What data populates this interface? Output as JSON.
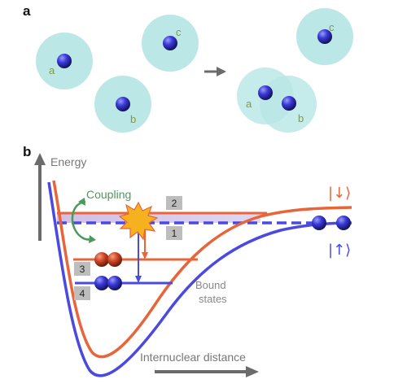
{
  "panel_a": {
    "label": "a",
    "atoms": {
      "a": "a",
      "b": "b",
      "c": "c"
    }
  },
  "panel_b": {
    "label": "b",
    "y_axis_label": "Energy",
    "x_axis_label": "Internuclear distance",
    "coupling_label": "Coupling",
    "bound_states_line1": "Bound",
    "bound_states_line2": "states",
    "state_numbers": [
      "1",
      "2",
      "3",
      "4"
    ],
    "spin_orange": "|↓⟩",
    "spin_blue": "|↑⟩"
  },
  "colors": {
    "orange": "#e8653a",
    "blue": "#4a4ae0",
    "halo": "#b8e6e6",
    "green": "#4a9a5a",
    "gray": "#6b6b6b"
  }
}
